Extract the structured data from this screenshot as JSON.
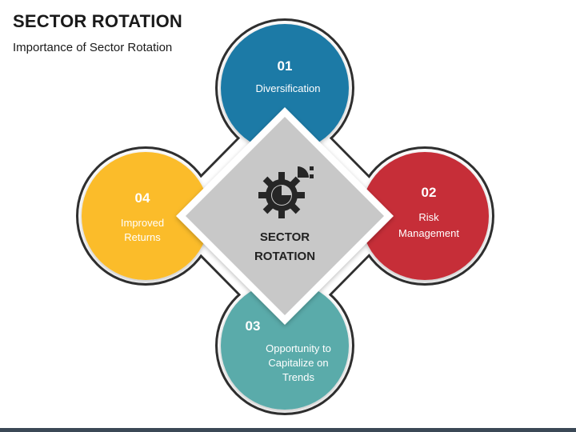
{
  "header": {
    "title": "SECTOR ROTATION",
    "subtitle": "Importance of Sector Rotation"
  },
  "center": {
    "line1": "SECTOR",
    "line2": "ROTATION",
    "icon": "gear-pie-chart-icon"
  },
  "items": [
    {
      "number": "01",
      "lines": [
        "Diversification"
      ],
      "color": "#1d7aa6"
    },
    {
      "number": "02",
      "lines": [
        "Risk",
        "Management"
      ],
      "color": "#c62d37"
    },
    {
      "number": "03",
      "lines": [
        "Opportunity to",
        "Capitalize on",
        "Trends"
      ],
      "color": "#5aabaa"
    },
    {
      "number": "04",
      "lines": [
        "Improved",
        "Returns"
      ],
      "color": "#fbbc2b"
    }
  ],
  "colors": {
    "diamond": "#c8c8c8",
    "outline": "#2f2f2f",
    "bottom_bar": "#3b4856"
  }
}
